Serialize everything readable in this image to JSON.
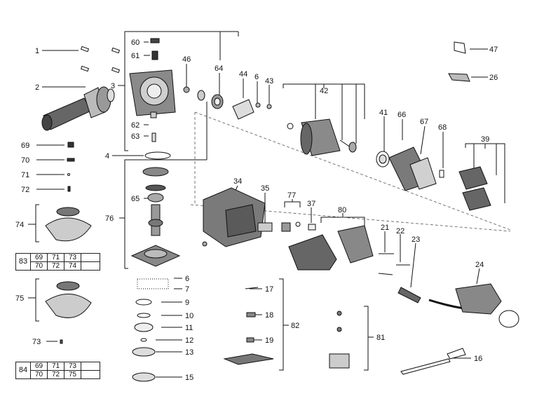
{
  "callouts": [
    {
      "id": "c1",
      "text": "1"
    },
    {
      "id": "c2",
      "text": "2"
    },
    {
      "id": "c3",
      "text": "3"
    },
    {
      "id": "c4",
      "text": "4"
    },
    {
      "id": "c6a",
      "text": "6"
    },
    {
      "id": "c6b",
      "text": "6"
    },
    {
      "id": "c7",
      "text": "7"
    },
    {
      "id": "c9",
      "text": "9"
    },
    {
      "id": "c10",
      "text": "10"
    },
    {
      "id": "c11",
      "text": "11"
    },
    {
      "id": "c12",
      "text": "12"
    },
    {
      "id": "c13",
      "text": "13"
    },
    {
      "id": "c15",
      "text": "15"
    },
    {
      "id": "c16",
      "text": "16"
    },
    {
      "id": "c17",
      "text": "17"
    },
    {
      "id": "c18",
      "text": "18"
    },
    {
      "id": "c19",
      "text": "19"
    },
    {
      "id": "c21",
      "text": "21"
    },
    {
      "id": "c22",
      "text": "22"
    },
    {
      "id": "c23",
      "text": "23"
    },
    {
      "id": "c24",
      "text": "24"
    },
    {
      "id": "c26",
      "text": "26"
    },
    {
      "id": "c34",
      "text": "34"
    },
    {
      "id": "c35",
      "text": "35"
    },
    {
      "id": "c37",
      "text": "37"
    },
    {
      "id": "c39",
      "text": "39"
    },
    {
      "id": "c41",
      "text": "41"
    },
    {
      "id": "c42",
      "text": "42"
    },
    {
      "id": "c43",
      "text": "43"
    },
    {
      "id": "c44",
      "text": "44"
    },
    {
      "id": "c46",
      "text": "46"
    },
    {
      "id": "c47",
      "text": "47"
    },
    {
      "id": "c60",
      "text": "60"
    },
    {
      "id": "c61",
      "text": "61"
    },
    {
      "id": "c62",
      "text": "62"
    },
    {
      "id": "c63",
      "text": "63"
    },
    {
      "id": "c64",
      "text": "64"
    },
    {
      "id": "c65",
      "text": "65"
    },
    {
      "id": "c66",
      "text": "66"
    },
    {
      "id": "c67",
      "text": "67"
    },
    {
      "id": "c68",
      "text": "68"
    },
    {
      "id": "c69",
      "text": "69"
    },
    {
      "id": "c70",
      "text": "70"
    },
    {
      "id": "c71",
      "text": "71"
    },
    {
      "id": "c72",
      "text": "72"
    },
    {
      "id": "c73",
      "text": "73"
    },
    {
      "id": "c74",
      "text": "74"
    },
    {
      "id": "c75",
      "text": "75"
    },
    {
      "id": "c76",
      "text": "76"
    },
    {
      "id": "c77",
      "text": "77"
    },
    {
      "id": "c80",
      "text": "80"
    },
    {
      "id": "c81",
      "text": "81"
    },
    {
      "id": "c82",
      "text": "82"
    }
  ],
  "kit_tables": [
    {
      "kit": "83",
      "rows": [
        [
          "69",
          "71",
          "73",
          ""
        ],
        [
          "70",
          "72",
          "74",
          ""
        ]
      ]
    },
    {
      "kit": "84",
      "rows": [
        [
          "69",
          "71",
          "73",
          ""
        ],
        [
          "70",
          "72",
          "75",
          ""
        ]
      ]
    }
  ]
}
